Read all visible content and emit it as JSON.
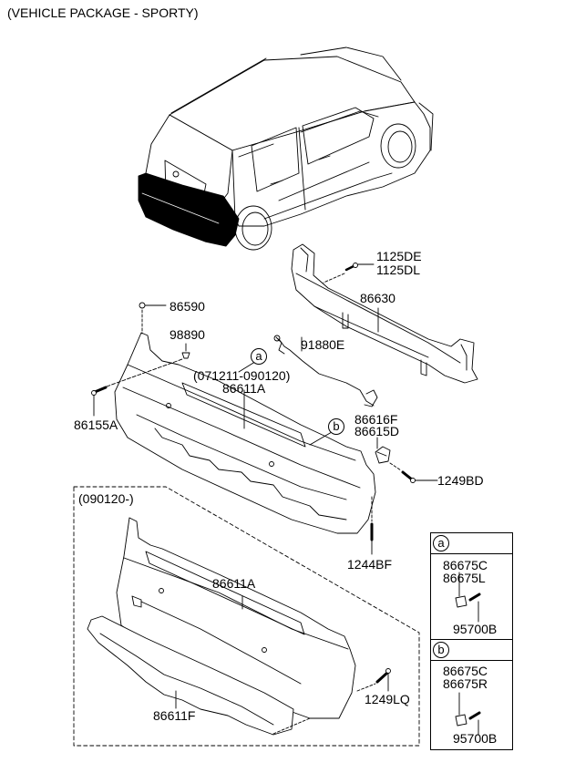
{
  "title": "(VEHICLE PACKAGE - SPORTY)",
  "callouts": {
    "a": "a",
    "b": "b"
  },
  "parts": {
    "p1125DE": "1125DE",
    "p1125DL": "1125DL",
    "p86630": "86630",
    "p86590": "86590",
    "p98890": "98890",
    "p91880E": "91880E",
    "range_old": "(071211-090120)",
    "p86611A_top": "86611A",
    "p86155A": "86155A",
    "p86616F": "86616F",
    "p86615D": "86615D",
    "p1249BD": "1249BD",
    "p1244BF": "1244BF",
    "range_new": "(090120-)",
    "p86611A_bottom": "86611A",
    "p86611F": "86611F",
    "p1249LQ": "1249LQ"
  },
  "legend": {
    "section_a": {
      "marker": "a",
      "part_1": "86675C",
      "part_2": "86675L",
      "part_3": "95700B"
    },
    "section_b": {
      "marker": "b",
      "part_1": "86675C",
      "part_2": "86675R",
      "part_3": "95700B"
    }
  },
  "colors": {
    "line": "#000000",
    "background": "#ffffff",
    "highlight_fill": "#000000"
  }
}
